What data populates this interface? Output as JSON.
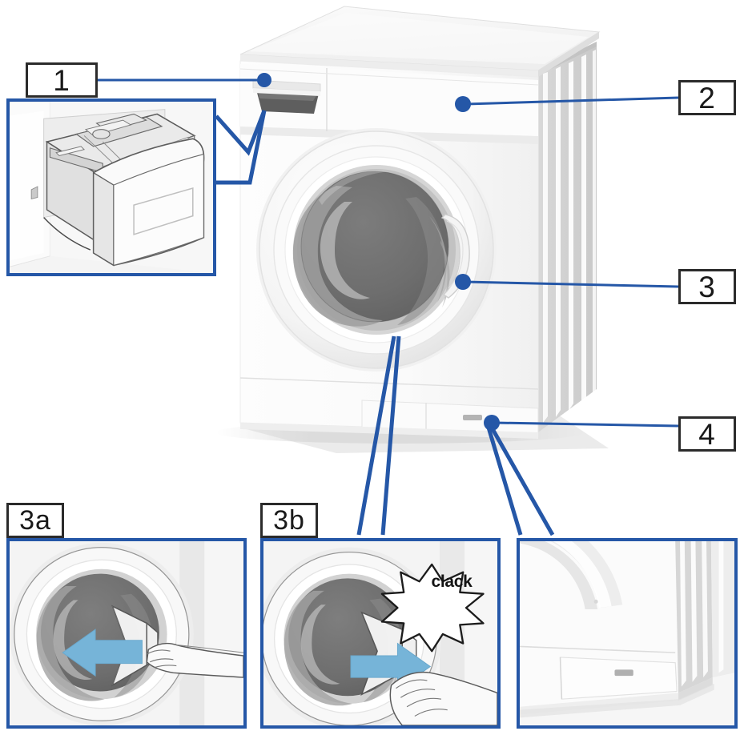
{
  "document": {
    "type": "technical-illustration",
    "subject": "front-load washing machine",
    "background_color": "#ffffff"
  },
  "colors": {
    "leader_line": "#2557a7",
    "panel_border": "#2557a7",
    "callout_border": "#2b2b2b",
    "arrow_blue": "#76b4d8",
    "body_white": "#f7f7f7",
    "body_shade": "#e4e4e4",
    "drum_dark": "#6e6e6e",
    "drum_light": "#a8a8a8",
    "panel_bg": "#f2f2f2"
  },
  "callouts": [
    {
      "id": "1",
      "label": "1",
      "target": "detergent-dispenser-drawer",
      "has_dot": true
    },
    {
      "id": "2",
      "label": "2",
      "target": "control-panel",
      "has_dot": true
    },
    {
      "id": "3",
      "label": "3",
      "target": "door-handle",
      "has_dot": true
    },
    {
      "id": "4",
      "label": "4",
      "target": "service-flap-plinth",
      "has_dot": true
    },
    {
      "id": "3a",
      "label": "3a",
      "target": "door-open-step",
      "has_dot": false
    },
    {
      "id": "3b",
      "label": "3b",
      "target": "door-close-step",
      "has_dot": false
    }
  ],
  "detail_panels": [
    {
      "id": "panel1",
      "ref": "1",
      "caption": "",
      "content": "open detergent dispenser drawer with compartments"
    },
    {
      "id": "panel3a",
      "ref": "3a",
      "caption": "",
      "content": "hand pulling door handle, blue arrow pointing left to open door"
    },
    {
      "id": "panel3b",
      "ref": "3b",
      "caption": "",
      "content": "hand pushing door closed, blue arrow pointing right",
      "sound_effect": "clack"
    },
    {
      "id": "panel4",
      "ref": "4",
      "caption": "",
      "content": "lower front service flap / plinth with small handle"
    }
  ],
  "main_illustration": {
    "parts": [
      {
        "name": "top-cover",
        "label": ""
      },
      {
        "name": "control-panel",
        "label": ""
      },
      {
        "name": "detergent-drawer-handle",
        "label": ""
      },
      {
        "name": "door-bezel",
        "label": ""
      },
      {
        "name": "door-glass-drum",
        "label": ""
      },
      {
        "name": "door-handle",
        "label": ""
      },
      {
        "name": "service-flap",
        "label": ""
      },
      {
        "name": "side-vent-panel",
        "label": ""
      }
    ]
  },
  "sound_effects": [
    {
      "text": "clack",
      "panel": "panel3b"
    }
  ]
}
